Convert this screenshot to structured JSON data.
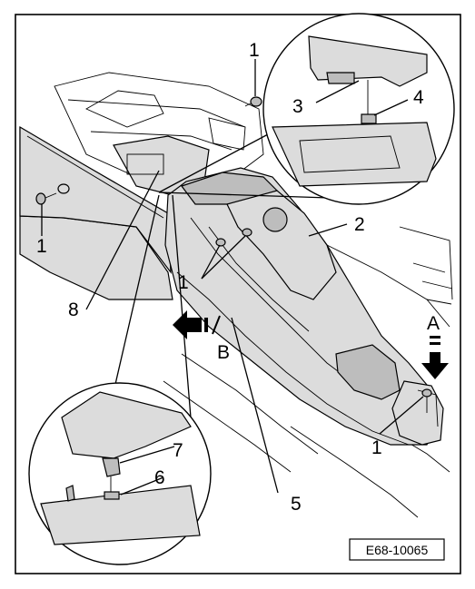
{
  "figure": {
    "reference_code": "E68-10065",
    "callouts": {
      "screw_top": "1",
      "screw_left": "1",
      "screws_center": "1",
      "screw_right": "1",
      "console_cover": "2",
      "clip_upper": "3",
      "tab_upper": "4",
      "center_console": "5",
      "clip_lower": "6",
      "tab_lower": "7",
      "trim_panel": "8"
    },
    "view_labels": {
      "view_a": "A",
      "view_b": "B"
    }
  }
}
